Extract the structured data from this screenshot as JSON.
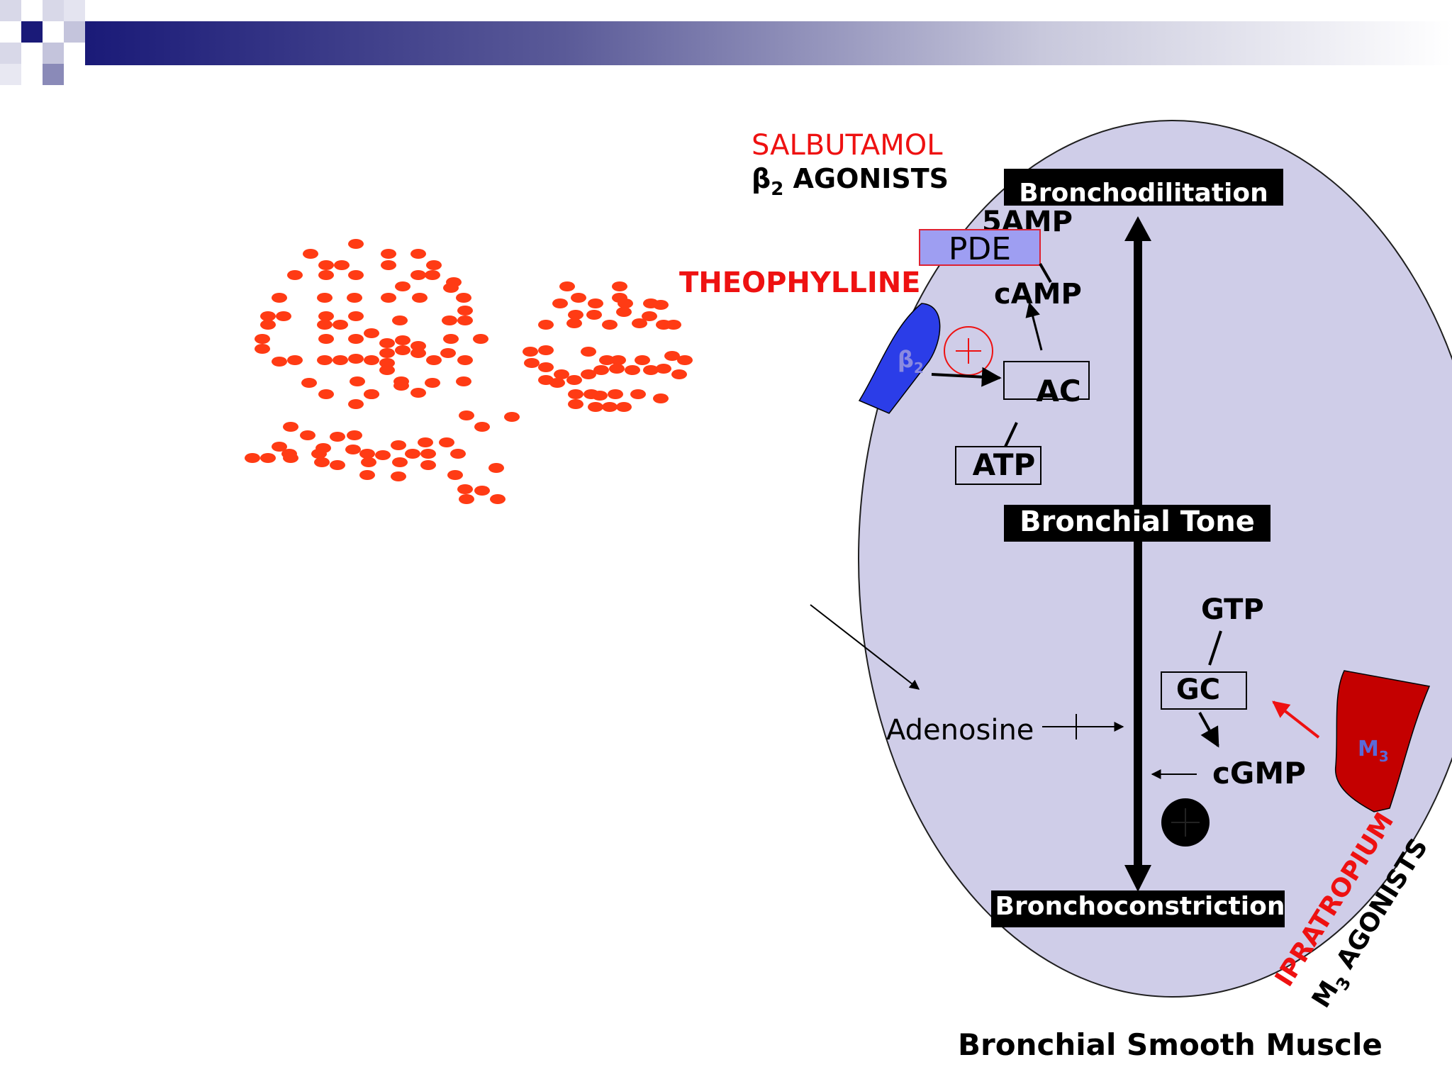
{
  "labels": {
    "salbutamol": "SALBUTAMOL",
    "beta2_agonists_symbol": "β",
    "beta2_agonists_sub": "2",
    "beta2_agonists_text": " AGONISTS",
    "theophylline": "THEOPHYLLINE",
    "five_amp": "5AMP",
    "pde": "PDE",
    "camp": "cAMP",
    "ac": "AC",
    "atp": "ATP",
    "plus_symbol": "+",
    "beta2_receptor_symbol": "β",
    "beta2_receptor_sub": "2",
    "bronchodilitation": "Bronchodilitation",
    "bronchial_tone": "Bronchial Tone",
    "bronchoconstriction": "Bronchoconstriction",
    "gtp": "GTP",
    "gc": "GC",
    "cgmp": "cGMP",
    "adenosine": "Adenosine",
    "m3_receptor_letter": "M",
    "m3_receptor_sub": "3",
    "ipratropium": "IPRATROPIUM",
    "m3_agonists_letter": "M",
    "m3_agonists_sub": "3",
    "m3_agonists_text": " AGONISTS",
    "footer_title": "Bronchial Smooth Muscle"
  },
  "colors": {
    "header_dark": "#1a1a78",
    "header_square_light": "#c4c4dc",
    "header_square_mid": "#8a8ab8",
    "cell_fill": "#cfcde8",
    "cell_stroke": "#1f1f1f",
    "label_box": "#000000",
    "label_text": "#ffffff",
    "drug_red": "#ee1111",
    "dot_red": "#ff3b14",
    "pde_fill": "#9e9ef2",
    "pde_stroke": "#dd2233",
    "beta2_receptor": "#2b3de8",
    "m3_receptor": "#c40000",
    "black": "#000000"
  }
}
